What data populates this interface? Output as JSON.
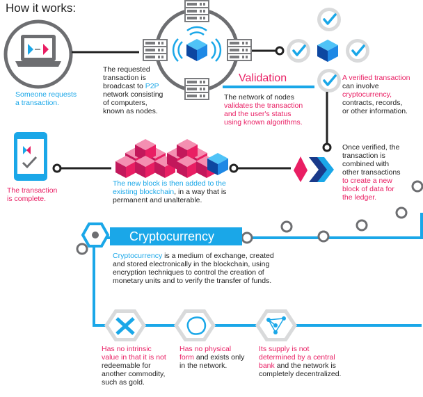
{
  "title": "How it works:",
  "step_request": {
    "line1": "Someone requests",
    "line2": "a transaction."
  },
  "step_broadcast": {
    "l1": "The requested",
    "l2": "transaction is",
    "l3a": "broadcast to ",
    "l3b": "P2P",
    "l4": "network consisting",
    "l5": "of computers,",
    "l6": "known as nodes."
  },
  "validation": {
    "heading": "Validation",
    "l1": "The network of nodes",
    "l2": "validates the transaction",
    "l3": "and the user's status",
    "l4": "using known algorithms."
  },
  "verified": {
    "l1": "A verified transaction",
    "l2": "can involve",
    "l3": "cryptocurrency,",
    "l4": "contracts, records,",
    "l5": "or other information."
  },
  "combined": {
    "l1": "Once verified, the",
    "l2": "transaction is",
    "l3": "combined with",
    "l4": "other transactions",
    "l5": "to create a new",
    "l6": "block of data for",
    "l7": "the ledger."
  },
  "new_block": {
    "l1": "The new block is then added to the",
    "l2a": "existing blockchain",
    "l2b": ", in a way that is",
    "l3": "permanent and unalterable."
  },
  "complete": {
    "l1": "The transaction",
    "l2": "is complete."
  },
  "cryptocurrency": {
    "heading": "Cryptocurrency",
    "l1a": "Cryptocurrency",
    "l1b": " is a medium of exchange, created",
    "l2": "and stored electronically in the blockchain, using",
    "l3": "encryption techniques to control the creation of",
    "l4": "monetary units and to verify the transfer of funds."
  },
  "features": [
    {
      "l1": "Has no intrinsic",
      "l2": "value in that it is not",
      "l3": "redeemable for",
      "l4": "another commodity,",
      "l5": "such as gold."
    },
    {
      "l1": "Has no physical",
      "l2": "form",
      "l2b": " and exists only",
      "l3": "in the network."
    },
    {
      "l1": "Its supply is not",
      "l2": "determined by a central",
      "l3": "bank",
      "l3b": " and the network is",
      "l4": "completely decentralized."
    }
  ],
  "colors": {
    "blue": "#1aa7e8",
    "pink": "#e91e63",
    "dark": "#222222",
    "gray": "#6d6e71"
  }
}
